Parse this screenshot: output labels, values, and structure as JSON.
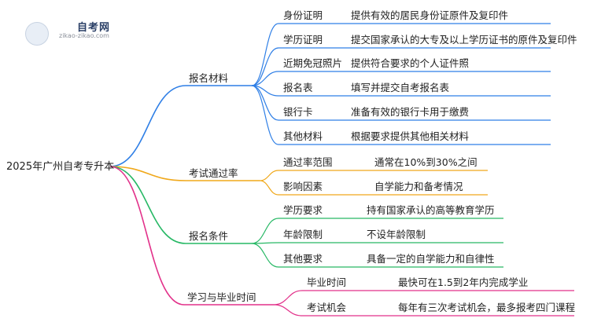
{
  "logo": {
    "title": "自考网",
    "url": "zikao-zikao.com"
  },
  "root": "2025年广州自考专升本",
  "branches": [
    {
      "label": "报名材料",
      "color": "#2f7fe6",
      "items": [
        {
          "name": "身份证明",
          "desc": "提供有效的居民身份证原件及复印件"
        },
        {
          "name": "学历证明",
          "desc": "提交国家承认的大专及以上学历证书的原件及复印件"
        },
        {
          "name": "近期免冠照片",
          "desc": "提供符合要求的个人证件照"
        },
        {
          "name": "报名表",
          "desc": "填写并提交自考报名表"
        },
        {
          "name": "银行卡",
          "desc": "准备有效的银行卡用于缴费"
        },
        {
          "name": "其他材料",
          "desc": "根据要求提供其他相关材料"
        }
      ]
    },
    {
      "label": "考试通过率",
      "color": "#f0a81a",
      "items": [
        {
          "name": "通过率范围",
          "desc": "通常在10%到30%之间"
        },
        {
          "name": "影响因素",
          "desc": "自学能力和备考情况"
        }
      ]
    },
    {
      "label": "报名条件",
      "color": "#27b865",
      "items": [
        {
          "name": "学历要求",
          "desc": "持有国家承认的高等教育学历"
        },
        {
          "name": "年龄限制",
          "desc": "不设年龄限制"
        },
        {
          "name": "其他要求",
          "desc": "具备一定的自学能力和自律性"
        }
      ]
    },
    {
      "label": "学习与毕业时间",
      "color": "#e2318a",
      "items": [
        {
          "name": "毕业时间",
          "desc": "最快可在1.5到2年内完成学业"
        },
        {
          "name": "考试机会",
          "desc": "每年有三次考试机会，最多报考四门课程"
        }
      ]
    }
  ]
}
